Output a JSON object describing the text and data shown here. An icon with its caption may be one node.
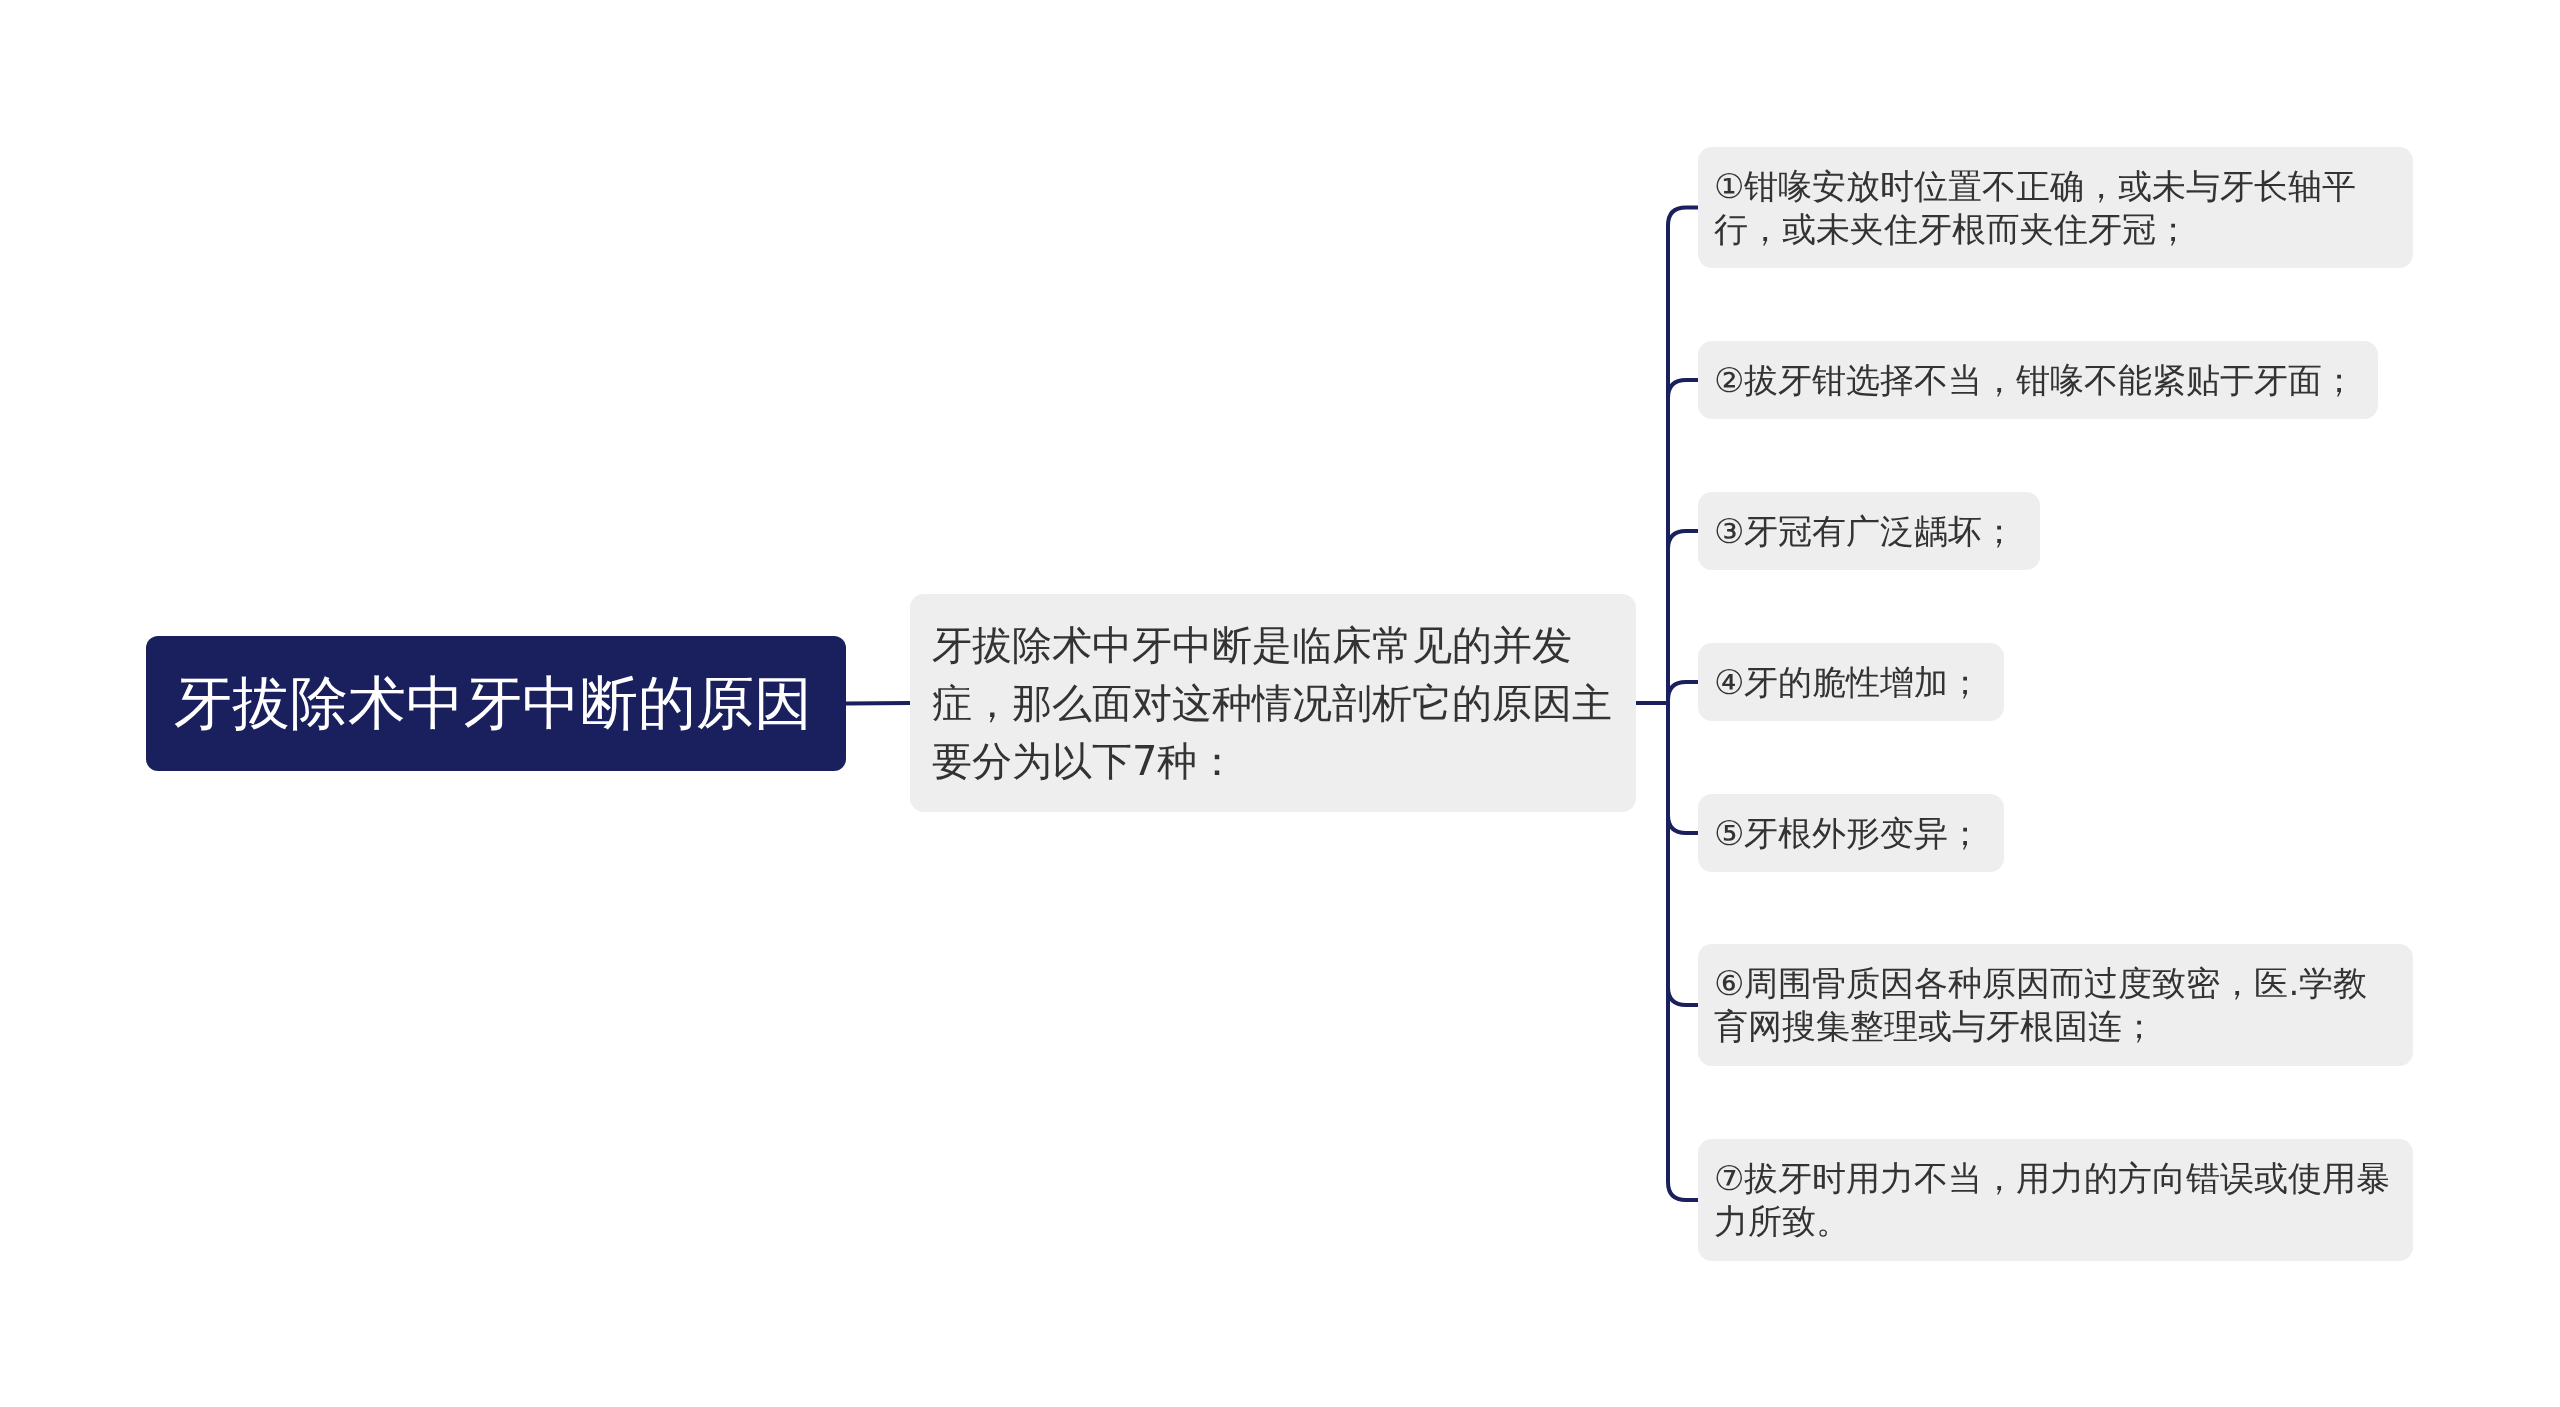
{
  "diagram": {
    "nodes": [
      {
        "text": [
          "牙拔除术中牙中断的原因"
        ]
      },
      {
        "text": [
          "牙拔除术中牙中断是临床常见的并发症，那么面对这种情况剖析它的原因主要分为以下7种："
        ]
      },
      {
        "text": [
          "①钳喙安放时位置不正确，或未与牙长轴平行，或未夹住牙根而夹住牙冠；"
        ]
      },
      {
        "text": [
          "②拔牙钳选择不当，钳喙不能紧贴于牙面；"
        ]
      },
      {
        "text": [
          "③牙冠有广泛龋坏；"
        ]
      },
      {
        "text": [
          "④牙的脆性增加；"
        ]
      },
      {
        "text": [
          "⑤牙根外形变异；"
        ]
      },
      {
        "text": [
          "⑥周围骨质因各种原因而过度致密，医.学教育网搜集整理或与牙根固连；"
        ]
      },
      {
        "text": [
          "⑦拔牙时用力不当，用力的方向错误或使用暴力所致。"
        ]
      }
    ],
    "edges": [
      {
        "from": 0,
        "to": 1,
        "arrow": "none"
      },
      {
        "from": 1,
        "to": 2,
        "arrow": "none"
      },
      {
        "from": 1,
        "to": 3,
        "arrow": "none"
      },
      {
        "from": 1,
        "to": 4,
        "arrow": "none"
      },
      {
        "from": 1,
        "to": 5,
        "arrow": "none"
      },
      {
        "from": 1,
        "to": 6,
        "arrow": "none"
      },
      {
        "from": 1,
        "to": 7,
        "arrow": "none"
      },
      {
        "from": 1,
        "to": 8,
        "arrow": "none"
      }
    ]
  }
}
